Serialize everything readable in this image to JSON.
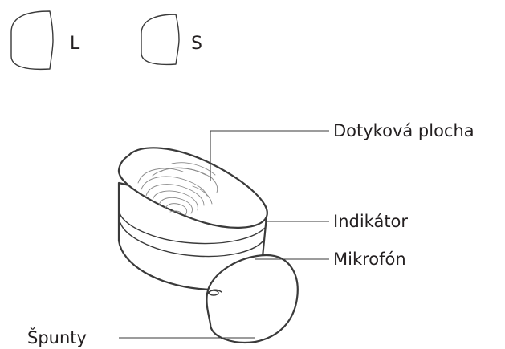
{
  "ear_tips": {
    "large_label": "L",
    "small_label": "S"
  },
  "callouts": {
    "touch_area": "Dotyková plocha",
    "indicator": "Indikátor",
    "microphone": "Mikrofón",
    "ear_tips": "Špunty"
  }
}
